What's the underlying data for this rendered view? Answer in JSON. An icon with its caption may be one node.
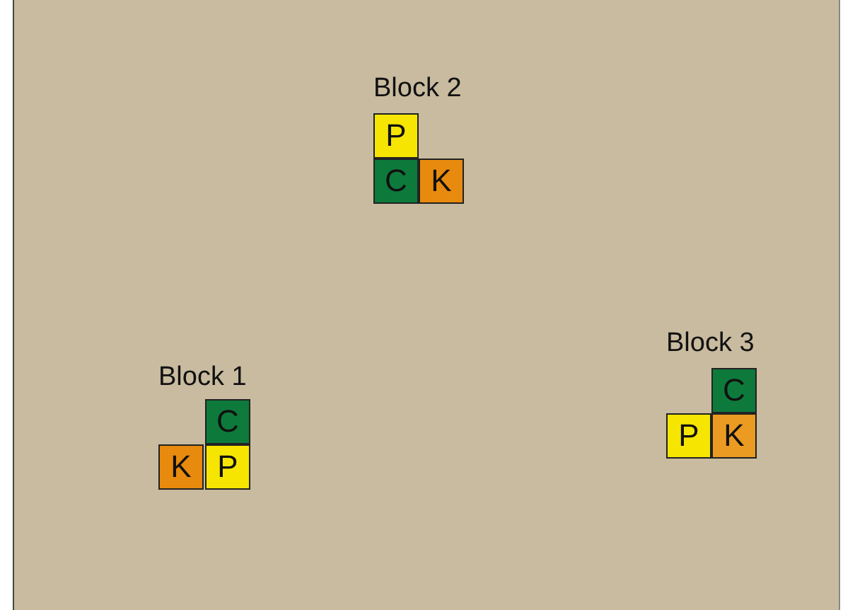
{
  "diagram": {
    "nodes": [
      {
        "text": [
          "Block 2"
        ]
      },
      {
        "text": [
          "P"
        ],
        "in": 0
      },
      {
        "text": [
          "C"
        ],
        "in": 0
      },
      {
        "text": [
          "K"
        ],
        "in": 0
      },
      {
        "text": [
          "Block 3"
        ]
      },
      {
        "text": [
          "C"
        ],
        "in": 4
      },
      {
        "text": [
          "P"
        ],
        "in": 4
      },
      {
        "text": [
          "K"
        ],
        "in": 4
      },
      {
        "text": [
          "Block 1"
        ]
      },
      {
        "text": [
          "C"
        ],
        "in": 8
      },
      {
        "text": [
          "K"
        ],
        "in": 8
      },
      {
        "text": [
          "P"
        ],
        "in": 8
      }
    ]
  }
}
